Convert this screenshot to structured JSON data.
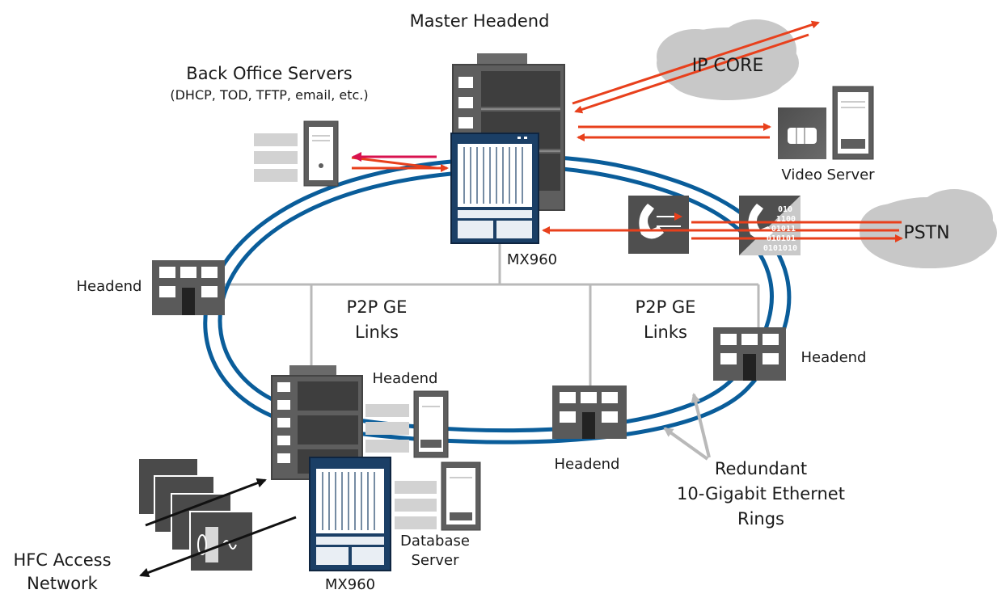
{
  "labels": {
    "master_headend": "Master Headend",
    "back_office_title": "Back Office Servers",
    "back_office_sub": "(DHCP, TOD, TFTP, email, etc.)",
    "ip_core": "IP CORE",
    "video_server": "Video Server",
    "pstn": "PSTN",
    "mx960_top": "MX960",
    "mx960_bottom": "MX960",
    "headend_left": "Headend",
    "headend_right": "Headend",
    "headend_bottom_mid": "Headend",
    "headend_bottom_left": "Headend",
    "p2p_left_line1": "P2P GE",
    "p2p_left_line2": "Links",
    "p2p_right_line1": "P2P GE",
    "p2p_right_line2": "Links",
    "rings_line1": "Redundant",
    "rings_line2": "10-Gigabit Ethernet",
    "rings_line3": "Rings",
    "database_line1": "Database",
    "database_line2": "Server",
    "hfc_line1": "HFC Access",
    "hfc_line2": "Network"
  },
  "binary_digits": [
    "010",
    "1100",
    "01011",
    "010101",
    "0101010"
  ],
  "colors": {
    "ring_blue": "#0a5d9a",
    "arrow_red": "#e8401c",
    "arrow_magenta": "#d8124f",
    "link_gray": "#b9b9b9",
    "device_dark": "#5a5a5a",
    "router_navy": "#1b3f66",
    "cloud_gray": "#c8c8c8"
  }
}
